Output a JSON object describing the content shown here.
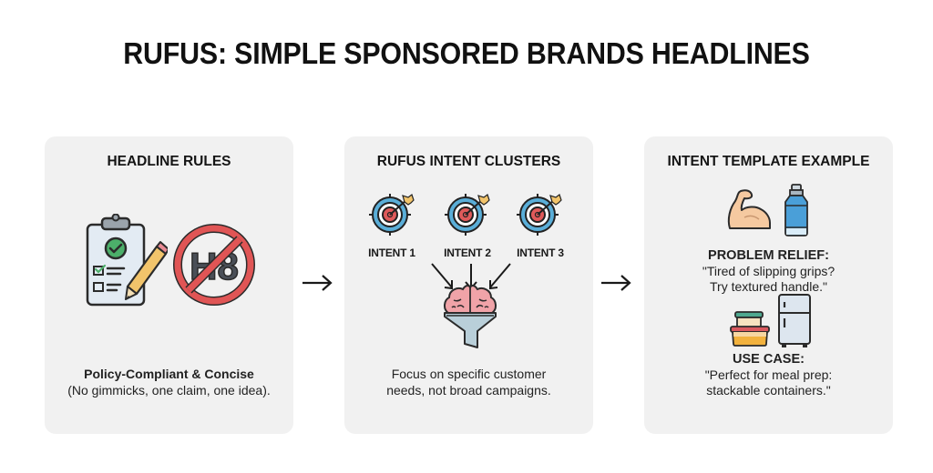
{
  "title": "RUFUS: SIMPLE SPONSORED BRANDS HEADLINES",
  "colors": {
    "panel_bg": "#f1f1f1",
    "target_blue": "#5aaed8",
    "target_red": "#e05a5a",
    "check_green": "#4caf6a",
    "prohibit_red": "#e05555",
    "pencil_yellow": "#f2c46b",
    "brain_pink": "#f0a3a8",
    "funnel_blue": "#b9cfd9",
    "bottle_blue": "#4a9fd8",
    "skin": "#f5c9a0"
  },
  "panels": [
    {
      "title": "HEADLINE RULES",
      "icons": [
        "clipboard-checklist-icon",
        "pencil-icon",
        "prohibited-h8-icon"
      ],
      "caption_bold": "Policy-Compliant & Concise",
      "caption": "(No gimmicks, one claim, one idea)."
    },
    {
      "title": "RUFUS INTENT CLUSTERS",
      "intents": [
        "INTENT 1",
        "INTENT 2",
        "INTENT 3"
      ],
      "icons": [
        "target-icon",
        "brain-funnel-icon"
      ],
      "caption_line1": "Focus on specific customer",
      "caption_line2": "needs, not broad campaigns."
    },
    {
      "title": "INTENT TEMPLATE EXAMPLE",
      "examples": [
        {
          "label": "PROBLEM RELIEF:",
          "line1": "\"Tired of slipping grips?",
          "line2": "Try textured handle.\"",
          "icons": [
            "flexed-arm-icon",
            "water-bottle-icon"
          ]
        },
        {
          "label": "USE CASE:",
          "line1": "\"Perfect for meal prep:",
          "line2": "stackable containers.\"",
          "icons": [
            "food-containers-icon",
            "refrigerator-icon"
          ]
        }
      ]
    }
  ],
  "flow_arrows": [
    "right-arrow",
    "right-arrow"
  ]
}
